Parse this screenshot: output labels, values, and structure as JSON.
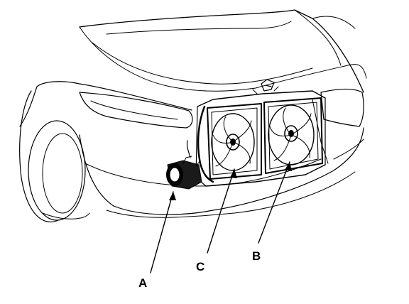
{
  "callouts": {
    "a": {
      "label": "A"
    },
    "b": {
      "label": "B"
    },
    "c": {
      "label": "C"
    }
  },
  "colors": {
    "ink": "#000000",
    "background": "#ffffff"
  }
}
